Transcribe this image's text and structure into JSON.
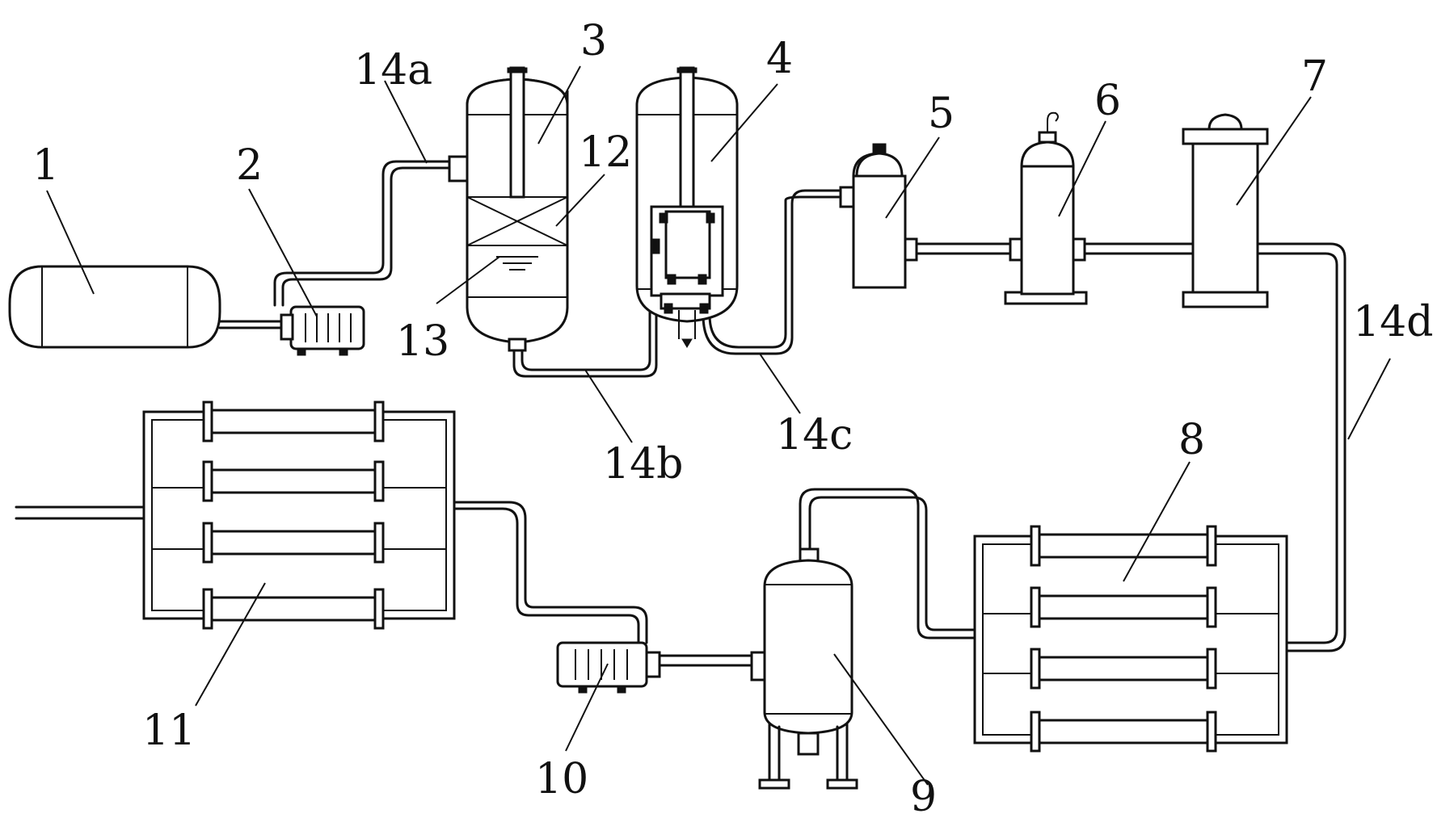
{
  "labels": {
    "l1": "1",
    "l2": "2",
    "l3": "3",
    "l4": "4",
    "l5": "5",
    "l6": "6",
    "l7": "7",
    "l8": "8",
    "l9": "9",
    "l10": "10",
    "l11": "11",
    "l12": "12",
    "l13": "13",
    "l14a": "14a",
    "l14b": "14b",
    "l14c": "14c",
    "l14d": "14d"
  }
}
